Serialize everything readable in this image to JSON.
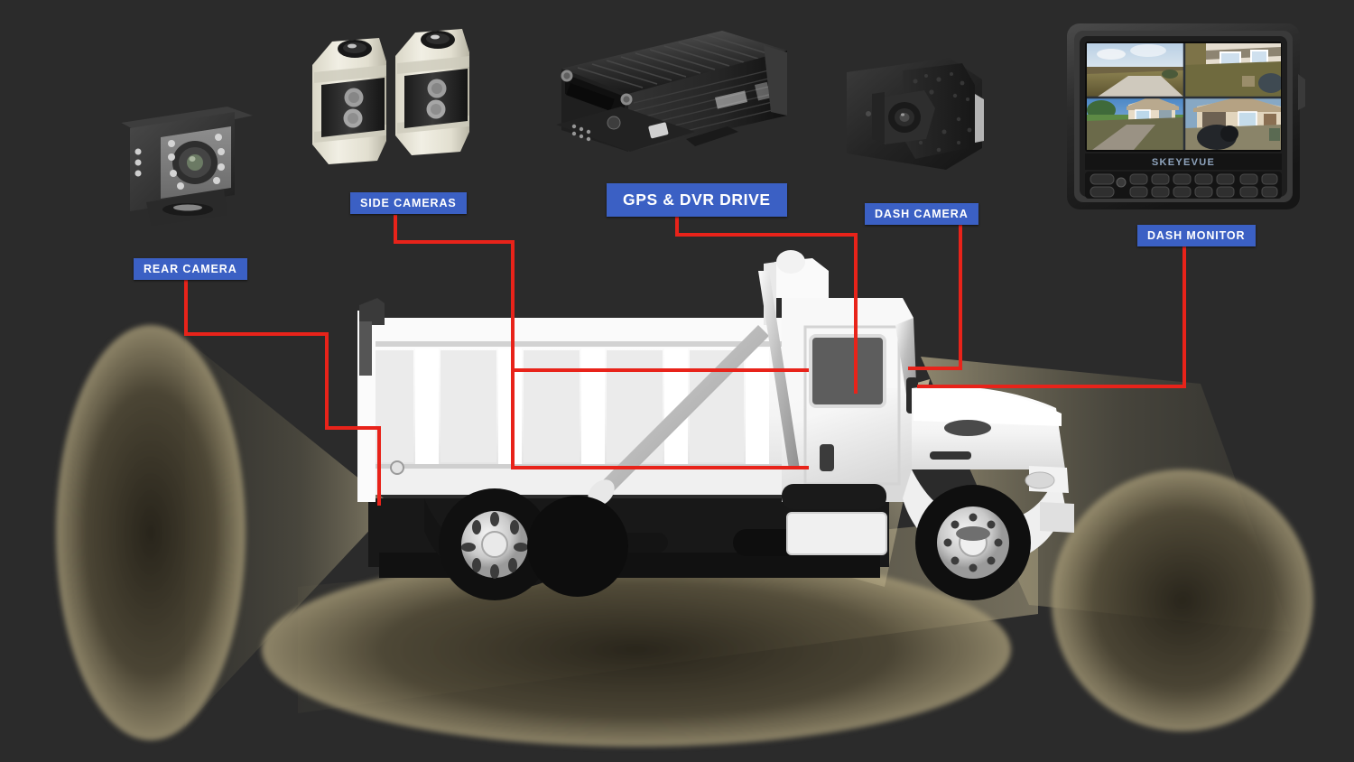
{
  "diagram": {
    "title": "Truck camera system overview",
    "background_color": "#2b2b2b",
    "accent_line_color": "#e8231a",
    "label_color": "#3b60c4",
    "beam_color": "#c1b48c"
  },
  "labels": [
    {
      "id": "rear-camera",
      "text": "REAR CAMERA",
      "size": "sm"
    },
    {
      "id": "side-cameras",
      "text": "SIDE CAMERAS",
      "size": "sm"
    },
    {
      "id": "gps-dvr-drive",
      "text": "GPS & DVR DRIVE",
      "size": "lg"
    },
    {
      "id": "dash-camera",
      "text": "DASH CAMERA",
      "size": "sm"
    },
    {
      "id": "dash-monitor",
      "text": "DASH MONITOR",
      "size": "sm"
    }
  ],
  "devices": {
    "rear_camera": {
      "name": "rear-camera-photo",
      "description": "Box backup camera with IR LED ring",
      "housing_color": "#3a3a3a"
    },
    "side_cameras": {
      "name": "side-cameras-photo",
      "description": "Pair of cream side-view cameras",
      "housing_color": "#ece9dc"
    },
    "dvr": {
      "name": "gps-dvr-photo",
      "description": "Ribbed black mobile DVR recorder",
      "housing_color": "#1c1c1c"
    },
    "dash_camera": {
      "name": "dash-camera-photo",
      "description": "Black windshield dash camera",
      "housing_color": "#262626"
    },
    "dash_monitor": {
      "name": "dash-monitor-photo",
      "description": "7-inch quad-view dash monitor",
      "brand": "SKEYEVUE",
      "view_mode": "quad"
    }
  },
  "monitor": {
    "brand": "SKEYEVUE",
    "quadrants": [
      {
        "id": "q1",
        "position": "top-left",
        "scene": "driveway and sky"
      },
      {
        "id": "q2",
        "position": "top-right",
        "scene": "house side and yard"
      },
      {
        "id": "q3",
        "position": "bottom-left",
        "scene": "house front and lawn"
      },
      {
        "id": "q4",
        "position": "bottom-right",
        "scene": "house garage and equipment"
      }
    ]
  },
  "vehicle": {
    "type": "dump truck",
    "body_color": "#ffffff",
    "chassis_color": "#1d1d1d"
  },
  "coverage": [
    {
      "id": "rear-beam",
      "source": "rear-camera",
      "direction": "rear"
    },
    {
      "id": "ground-beam",
      "source": "side-cameras",
      "direction": "ground"
    },
    {
      "id": "front-beam",
      "source": "dash-camera",
      "direction": "front"
    }
  ]
}
